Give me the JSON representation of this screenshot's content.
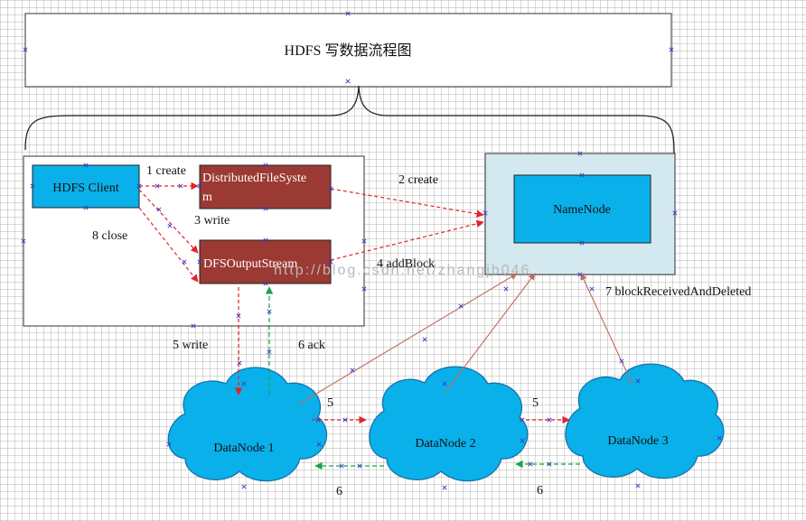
{
  "title": "HDFS 写数据流程图",
  "colors": {
    "client_blue": "#0ab0ea",
    "stream_red": "#9b3a33",
    "namenode_bg": "#d4e8ef",
    "cloud_blue": "#0ab0ea",
    "arrow_red": "#e3222b",
    "arrow_green": "#1aa34a",
    "arrow_brown": "#c06a5e"
  },
  "nodes": {
    "hdfs_client": "HDFS Client",
    "distributed_fs_line1": "DistributedFileSyste",
    "distributed_fs_line2": "m",
    "dfs_output_stream": "DFSOutputStream",
    "namenode": "NameNode",
    "datanode1": "DataNode 1",
    "datanode2": "DataNode 2",
    "datanode3": "DataNode 3"
  },
  "labels": {
    "step1": "1 create",
    "step2": "2 create",
    "step3": "3 write",
    "step4": "4 addBlock",
    "step5_write": "5 write",
    "step5_a": "5",
    "step5_b": "5",
    "step6_ack": "6 ack",
    "step6_a": "6",
    "step6_b": "6",
    "step7": "7 blockReceivedAndDeleted",
    "step8": "8 close"
  },
  "watermark": "http://blog.csdn.net/zhangjb046"
}
